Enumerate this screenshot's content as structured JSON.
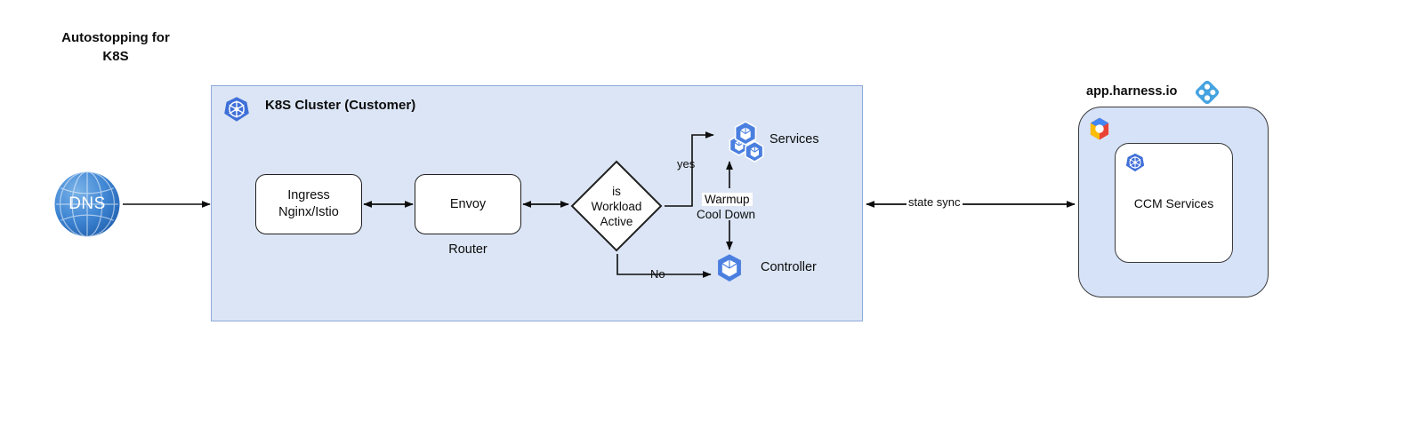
{
  "title": "Autostopping for\nK8S",
  "cluster": {
    "title": "K8S Cluster (Customer)",
    "icon": "kubernetes-icon",
    "bg_color": "#dbe5f5",
    "border_color": "#8faadc"
  },
  "dns": {
    "label": "DNS",
    "icon": "globe-icon",
    "color": "#2f76c6"
  },
  "nodes": {
    "ingress": {
      "label": "Ingress\nNginx/Istio"
    },
    "envoy": {
      "label": "Envoy",
      "sublabel": "Router"
    },
    "decision": {
      "label": "is\nWorkload\nActive"
    },
    "services": {
      "label": "Services",
      "icon": "kubernetes-pods-icon"
    },
    "controller": {
      "label": "Controller",
      "icon": "kubernetes-pod-icon"
    }
  },
  "edges": {
    "yes_label": "yes",
    "no_label": "No",
    "state_sync_label": "state sync",
    "warmup_label": "Warmup",
    "cooldown_label": "Cool Down"
  },
  "harness": {
    "title": "app.harness.io",
    "logo": "harness-logo",
    "cloud_icon": "google-cloud-icon",
    "inner": {
      "label": "CCM Services",
      "icon": "kubernetes-icon"
    },
    "accent_color": "#45a3e0",
    "bg_color": "#d6e2f7"
  }
}
